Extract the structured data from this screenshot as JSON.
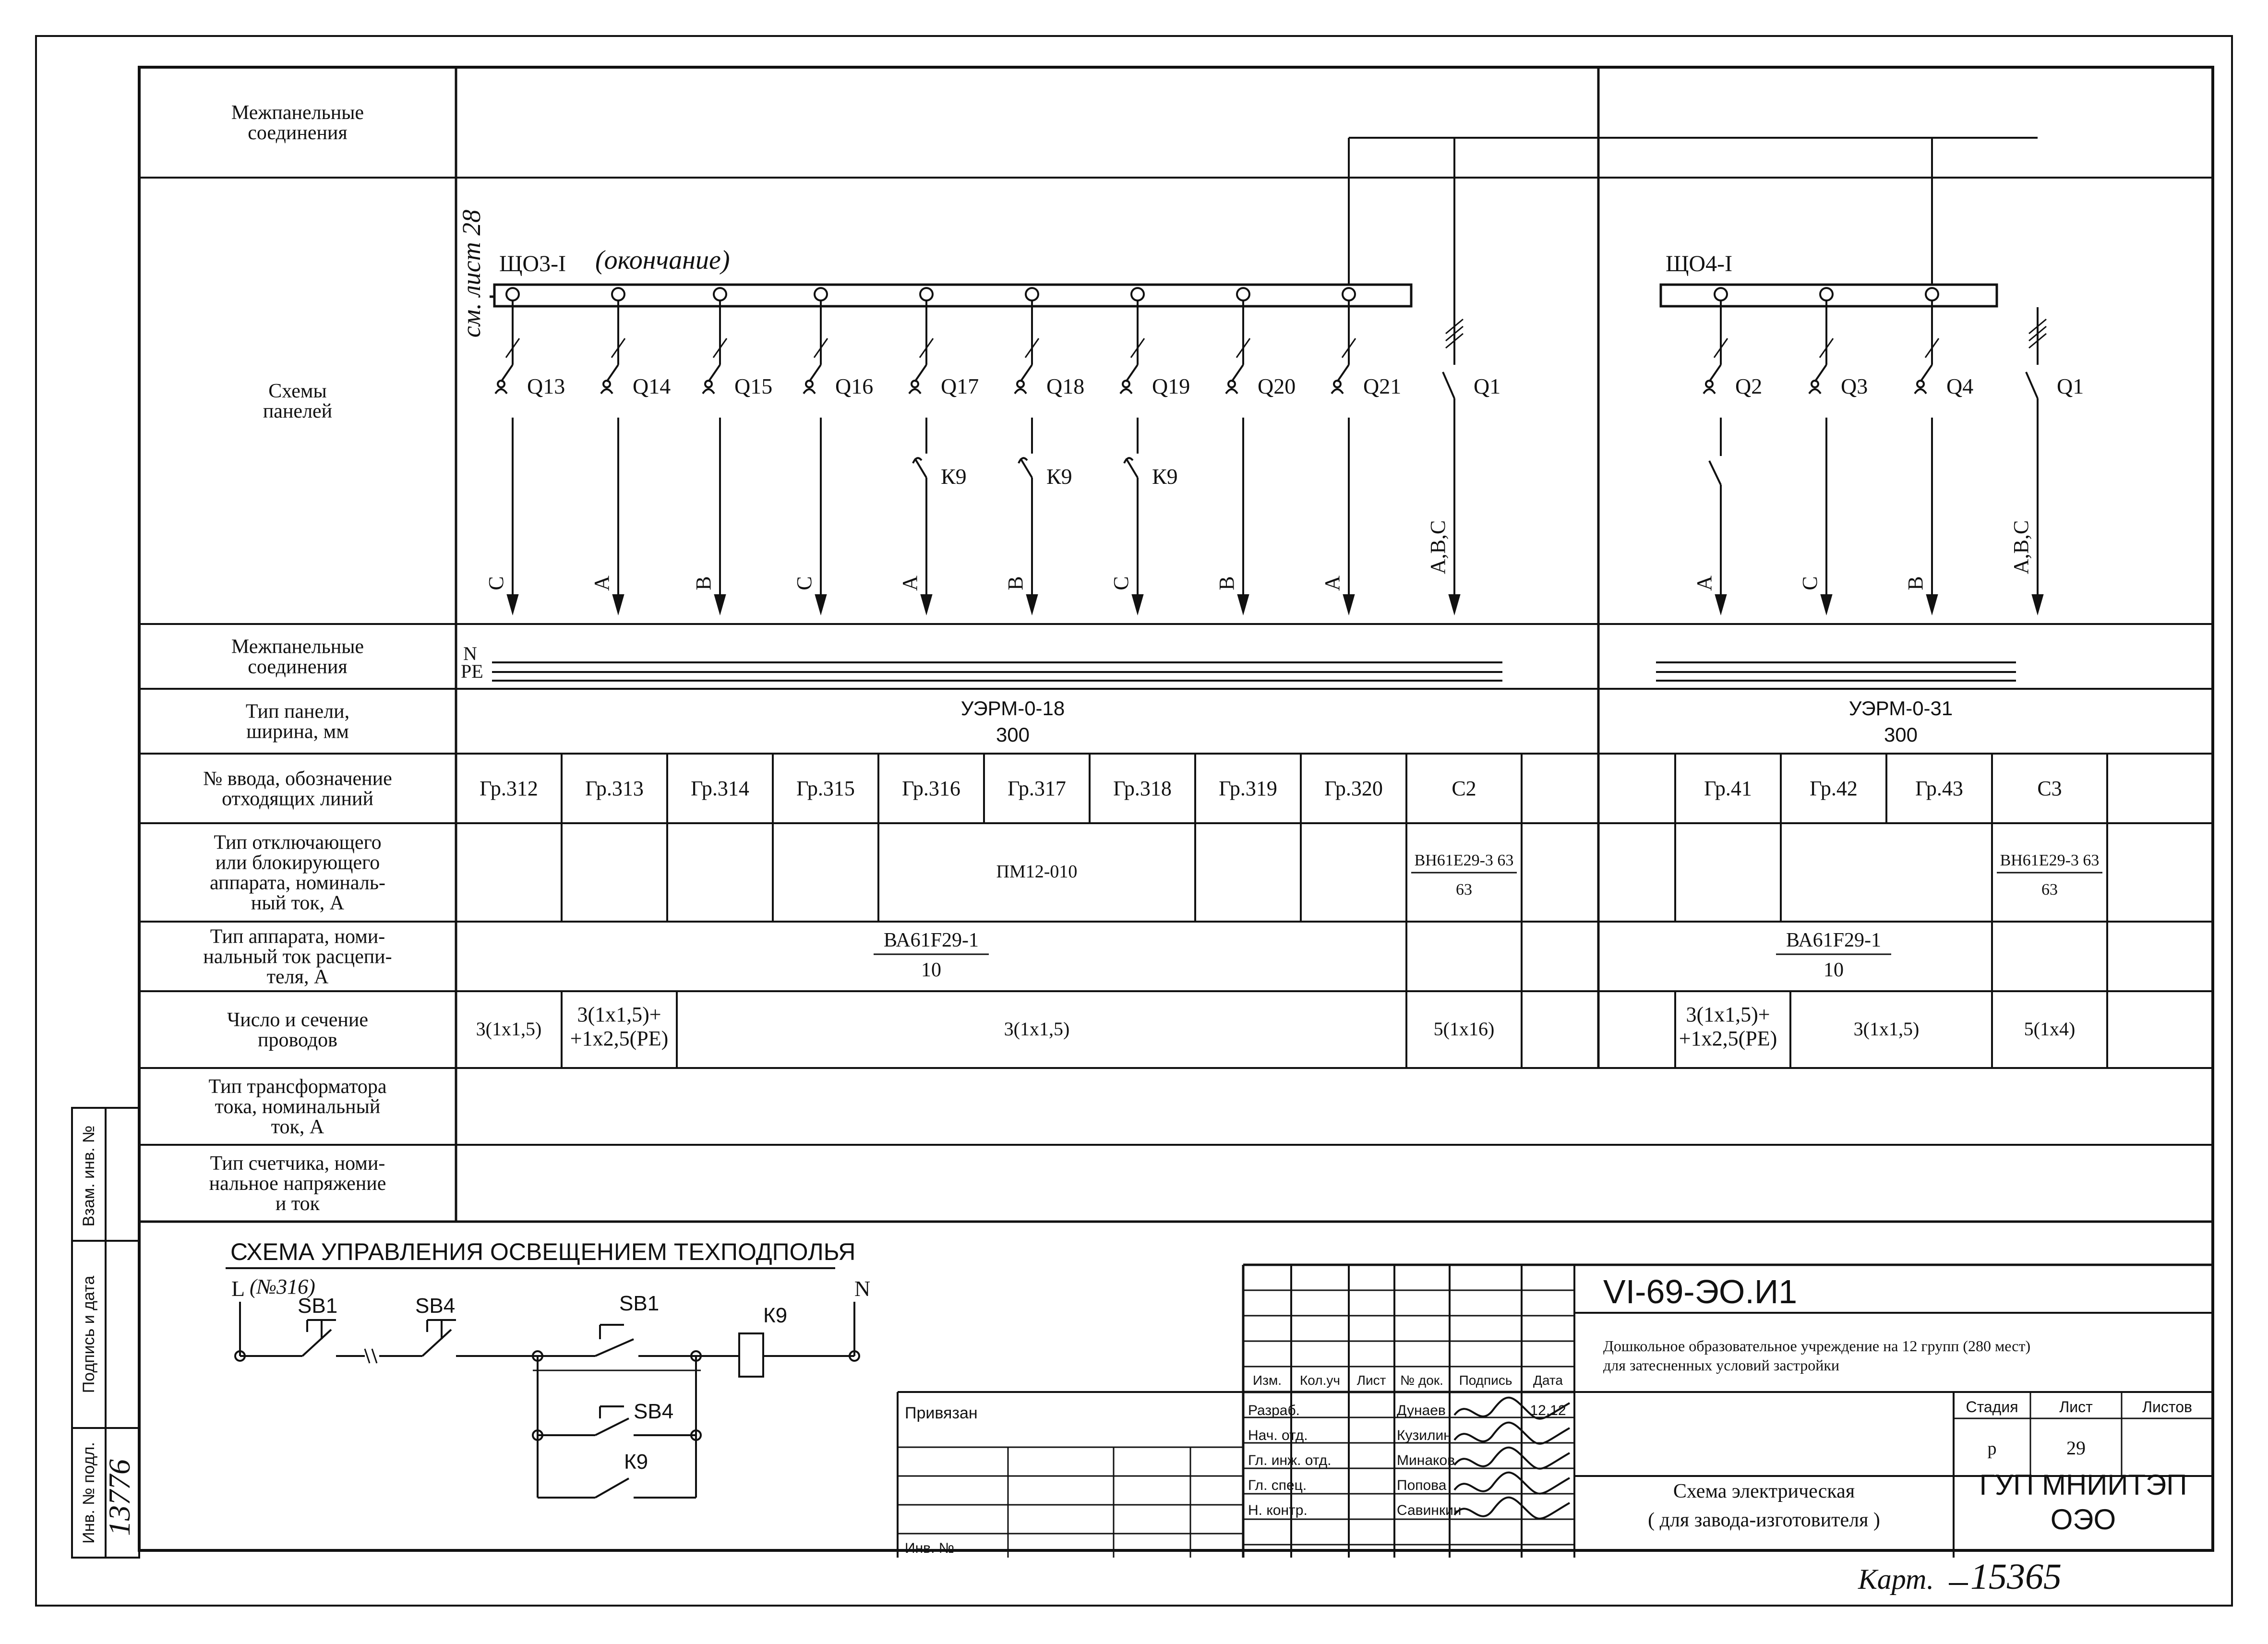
{
  "rows": {
    "inter1": "Межпанельные|соединения",
    "schemes": "Схемы|панелей",
    "inter2": "Межпанельные|соединения",
    "type_width": "Тип панели,|ширина, мм",
    "input_no": "№ ввода, обозначение|отходящих линий",
    "disc_type": "Тип отключающего|или блокирующего|аппарата, номиналь-|ный ток, А",
    "app_type": "Тип аппарата, номи-|нальный ток расцепи-|теля, А",
    "wires": "Число и сечение|проводов",
    "ct_type": "Тип трансформатора|тока, номинальный|ток, А",
    "meter_type": "Тип счетчика, номи-|нальное напряжение|и ток"
  },
  "panel1": {
    "ref": "см. лист 28",
    "name": "ЩО3-I",
    "note": "(окончание)",
    "breakers": [
      "Q13",
      "Q14",
      "Q15",
      "Q16",
      "Q17",
      "Q18",
      "Q19",
      "Q20",
      "Q21"
    ],
    "phases": [
      "C",
      "A",
      "B",
      "C",
      "A",
      "B",
      "C",
      "B",
      "A"
    ],
    "contactor": "К9",
    "main": "Q1",
    "main_phase": "A,B,C",
    "n_label": "N",
    "pe_label": "PE",
    "panel_type": "УЭРМ-0-18",
    "width": "300",
    "groups": [
      "Гр.312",
      "Гр.313",
      "Гр.314",
      "Гр.315",
      "Гр.316",
      "Гр.317",
      "Гр.318",
      "Гр.319",
      "Гр.320",
      "С2"
    ],
    "disc_mid": "ПМ12-010",
    "disc_main": "ВН61Е29-3 63",
    "disc_main_current": "63",
    "app": "ВА61F29-1",
    "app_current": "10",
    "wire_a": "3(1x1,5)",
    "wire_b1": "3(1x1,5)+",
    "wire_b2": "+1x2,5(PE)",
    "wire_c": "3(1x1,5)",
    "wire_main": "5(1x16)"
  },
  "panel2": {
    "name": "ЩО4-I",
    "breakers": [
      "Q2",
      "Q3",
      "Q4"
    ],
    "phases": [
      "A",
      "C",
      "B"
    ],
    "main": "Q1",
    "main_phase": "A,B,C",
    "panel_type": "УЭРМ-0-31",
    "width": "300",
    "groups": [
      "Гр.41",
      "Гр.42",
      "Гр.43",
      "С3"
    ],
    "disc_main": "ВН61Е29-3 63",
    "disc_main_current": "63",
    "app": "ВА61F29-1",
    "app_current": "10",
    "wire_a1": "3(1x1,5)+",
    "wire_a2": "+1x2,5(PE)",
    "wire_b": "3(1x1,5)",
    "wire_main": "5(1x4)"
  },
  "control": {
    "title": "СХЕМА УПРАВЛЕНИЯ ОСВЕЩЕНИЕМ ТЕХПОДПОЛЬЯ",
    "l_label": "L",
    "l_ref": "(№316)",
    "n_label": "N",
    "sb1": "SB1",
    "sb4": "SB4",
    "k9": "К9"
  },
  "side_stamp": {
    "inv_podl": "Инв. № подл.",
    "sign_date": "Подпись и дата",
    "vzam": "Взам. инв. №",
    "inv_number": "13776"
  },
  "title_block": {
    "code": "VI-69-ЭО.И1",
    "project": "Дошкольное образовательное учреждение на 12 групп (280 мест)|для затесненных условий застройки",
    "attached": "Привязан",
    "inv": "Инв. №",
    "col_headers": [
      "Изм.",
      "Кол.уч",
      "Лист",
      "№ док.",
      "Подпись",
      "Дата"
    ],
    "roles": [
      "Разраб.",
      "Нач. отд.",
      "Гл. инж. отд.",
      "Гл. спец.",
      "Н. контр."
    ],
    "names": [
      "Дунаев",
      "Кузилин",
      "Минаков",
      "Попова",
      "Савинкин"
    ],
    "date": "12.12",
    "stage_label": "Стадия",
    "sheet_label": "Лист",
    "sheets_label": "Листов",
    "stage": "р",
    "sheet": "29",
    "drawing_title": "Схема электрическая|( для завода-изготовителя )",
    "org": "ГУП МНИИТЭП|ОЭО"
  },
  "card": {
    "label": "Карт.",
    "number": "15365"
  }
}
